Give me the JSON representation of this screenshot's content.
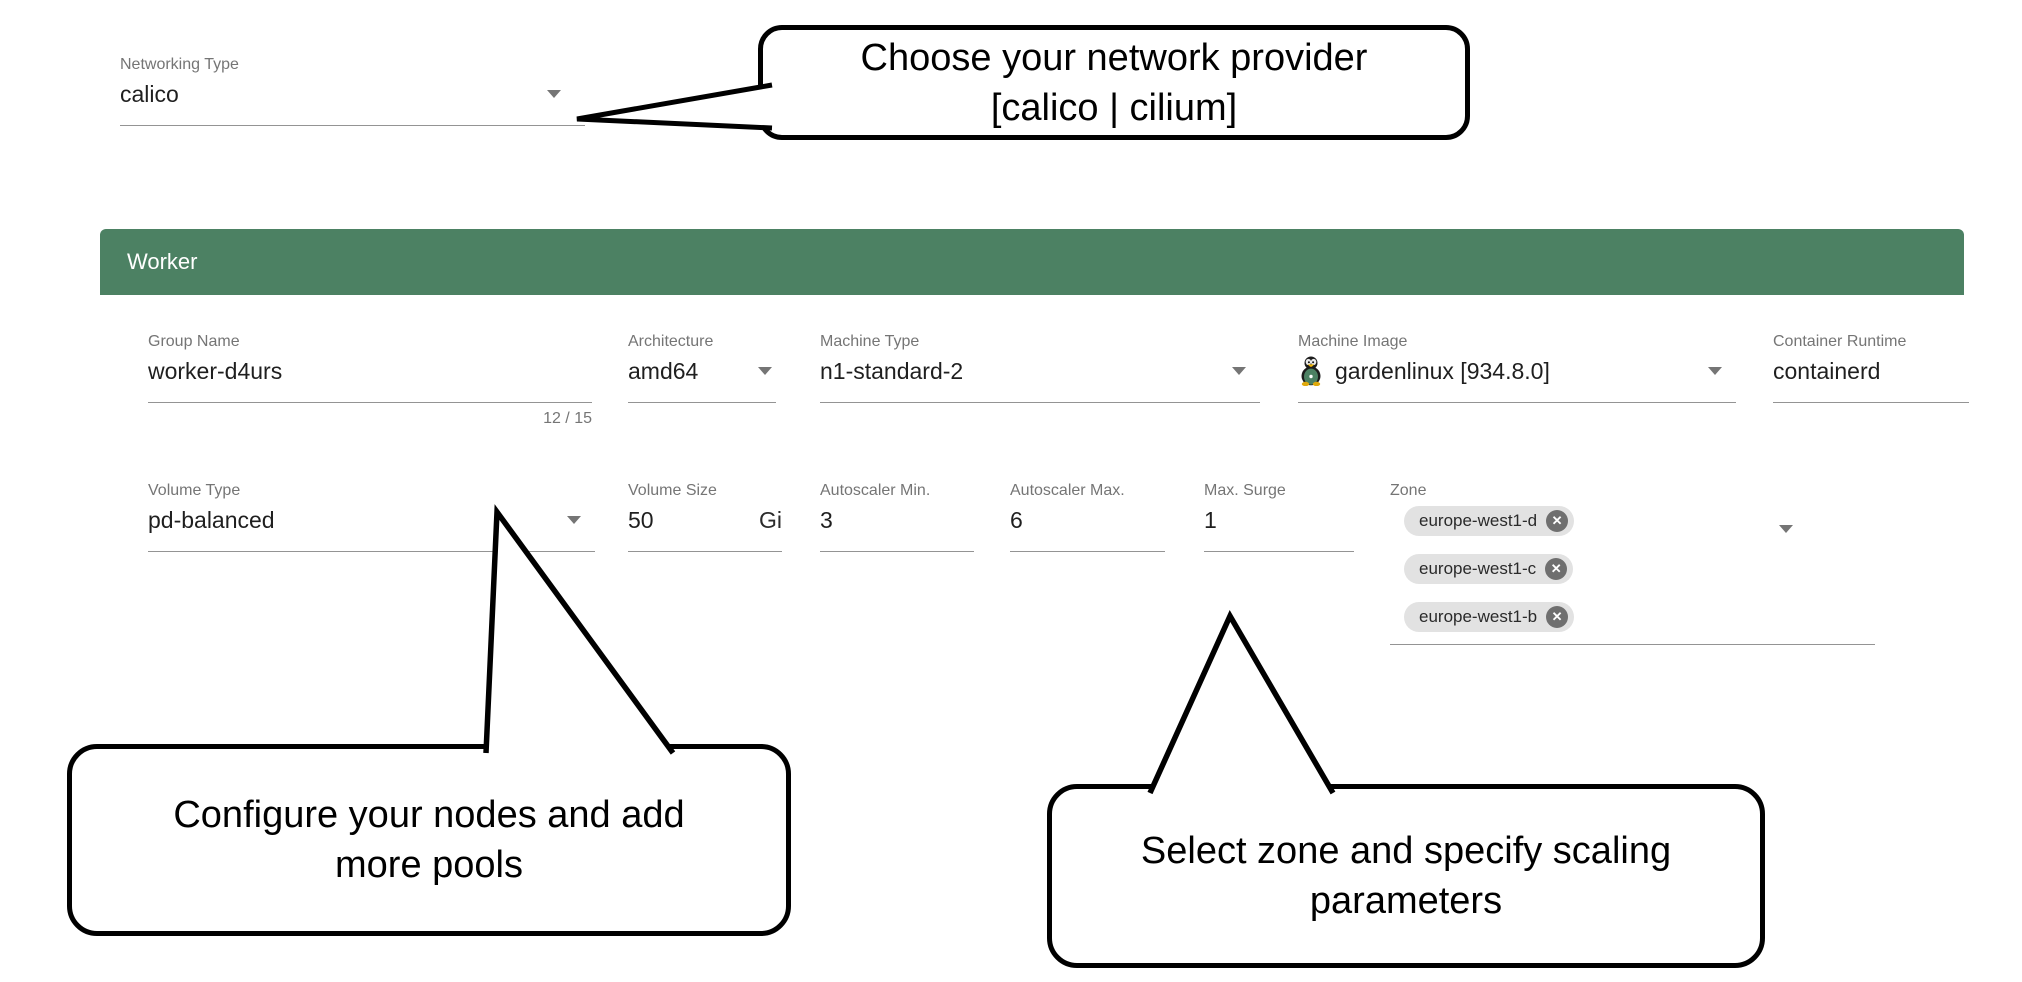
{
  "colors": {
    "accent": "#4c8163",
    "label_gray": "#757575",
    "underline_gray": "#949494",
    "chip_bg": "#e2e2e2"
  },
  "networking": {
    "label": "Networking Type",
    "value": "calico"
  },
  "worker": {
    "title": "Worker",
    "group_name": {
      "label": "Group Name",
      "value": "worker-d4urs",
      "counter": "12 / 15"
    },
    "architecture": {
      "label": "Architecture",
      "value": "amd64"
    },
    "machine_type": {
      "label": "Machine Type",
      "value": "n1-standard-2"
    },
    "machine_image": {
      "label": "Machine Image",
      "value": "gardenlinux [934.8.0]",
      "icon": "gardenlinux-penguin-icon"
    },
    "container_runtime": {
      "label": "Container Runtime",
      "value": "containerd"
    },
    "volume_type": {
      "label": "Volume Type",
      "value": "pd-balanced"
    },
    "volume_size": {
      "label": "Volume Size",
      "value": "50",
      "unit": "Gi"
    },
    "autoscaler_min": {
      "label": "Autoscaler Min.",
      "value": "3"
    },
    "autoscaler_max": {
      "label": "Autoscaler Max.",
      "value": "6"
    },
    "max_surge": {
      "label": "Max. Surge",
      "value": "1"
    },
    "zone": {
      "label": "Zone",
      "chips": [
        "europe-west1-d",
        "europe-west1-c",
        "europe-west1-b"
      ],
      "remove_glyph": "✕"
    }
  },
  "callouts": {
    "network": {
      "line1": "Choose your network provider",
      "line2": "[calico | cilium]"
    },
    "nodes": {
      "line1": "Configure your nodes and add",
      "line2": "more pools"
    },
    "zone": {
      "line1": "Select zone and specify scaling",
      "line2": "parameters"
    }
  }
}
